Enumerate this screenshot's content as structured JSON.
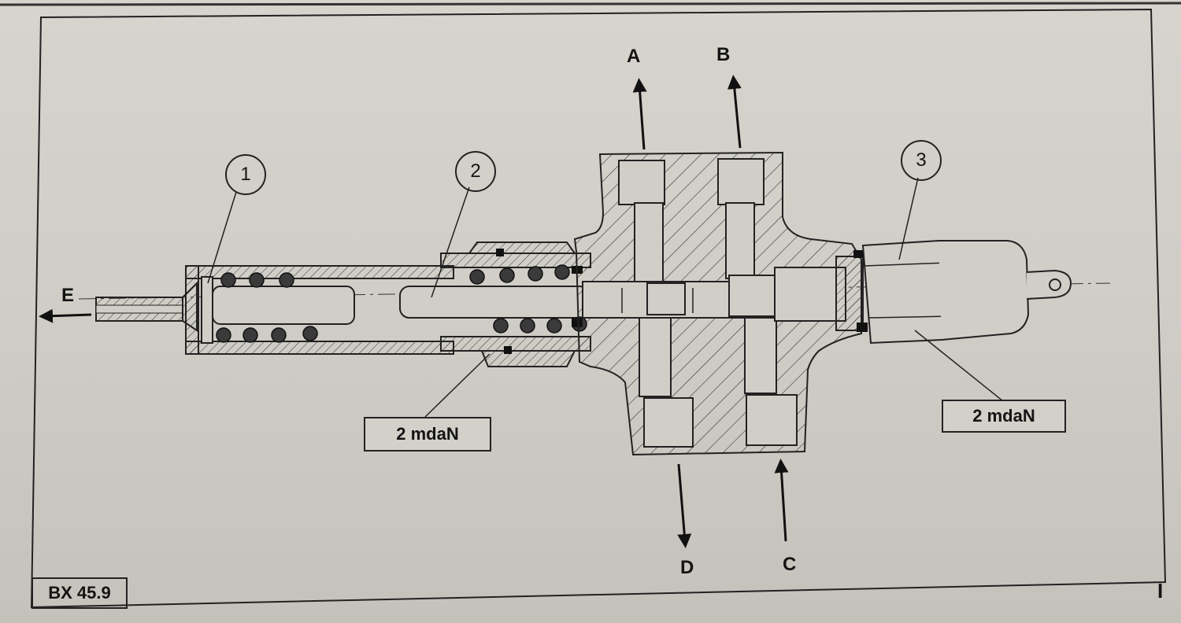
{
  "figure_ref": "BX 45.9",
  "ports": {
    "a": "A",
    "b": "B",
    "c": "C",
    "d": "D",
    "e": "E"
  },
  "callouts": {
    "one": "1",
    "two": "2",
    "three": "3"
  },
  "torques": {
    "left": "2 mdaN",
    "right": "2 mdaN"
  },
  "corner_mark": "I",
  "colors": {
    "paper": "#d0cec7",
    "ink": "#1a1a1a"
  }
}
